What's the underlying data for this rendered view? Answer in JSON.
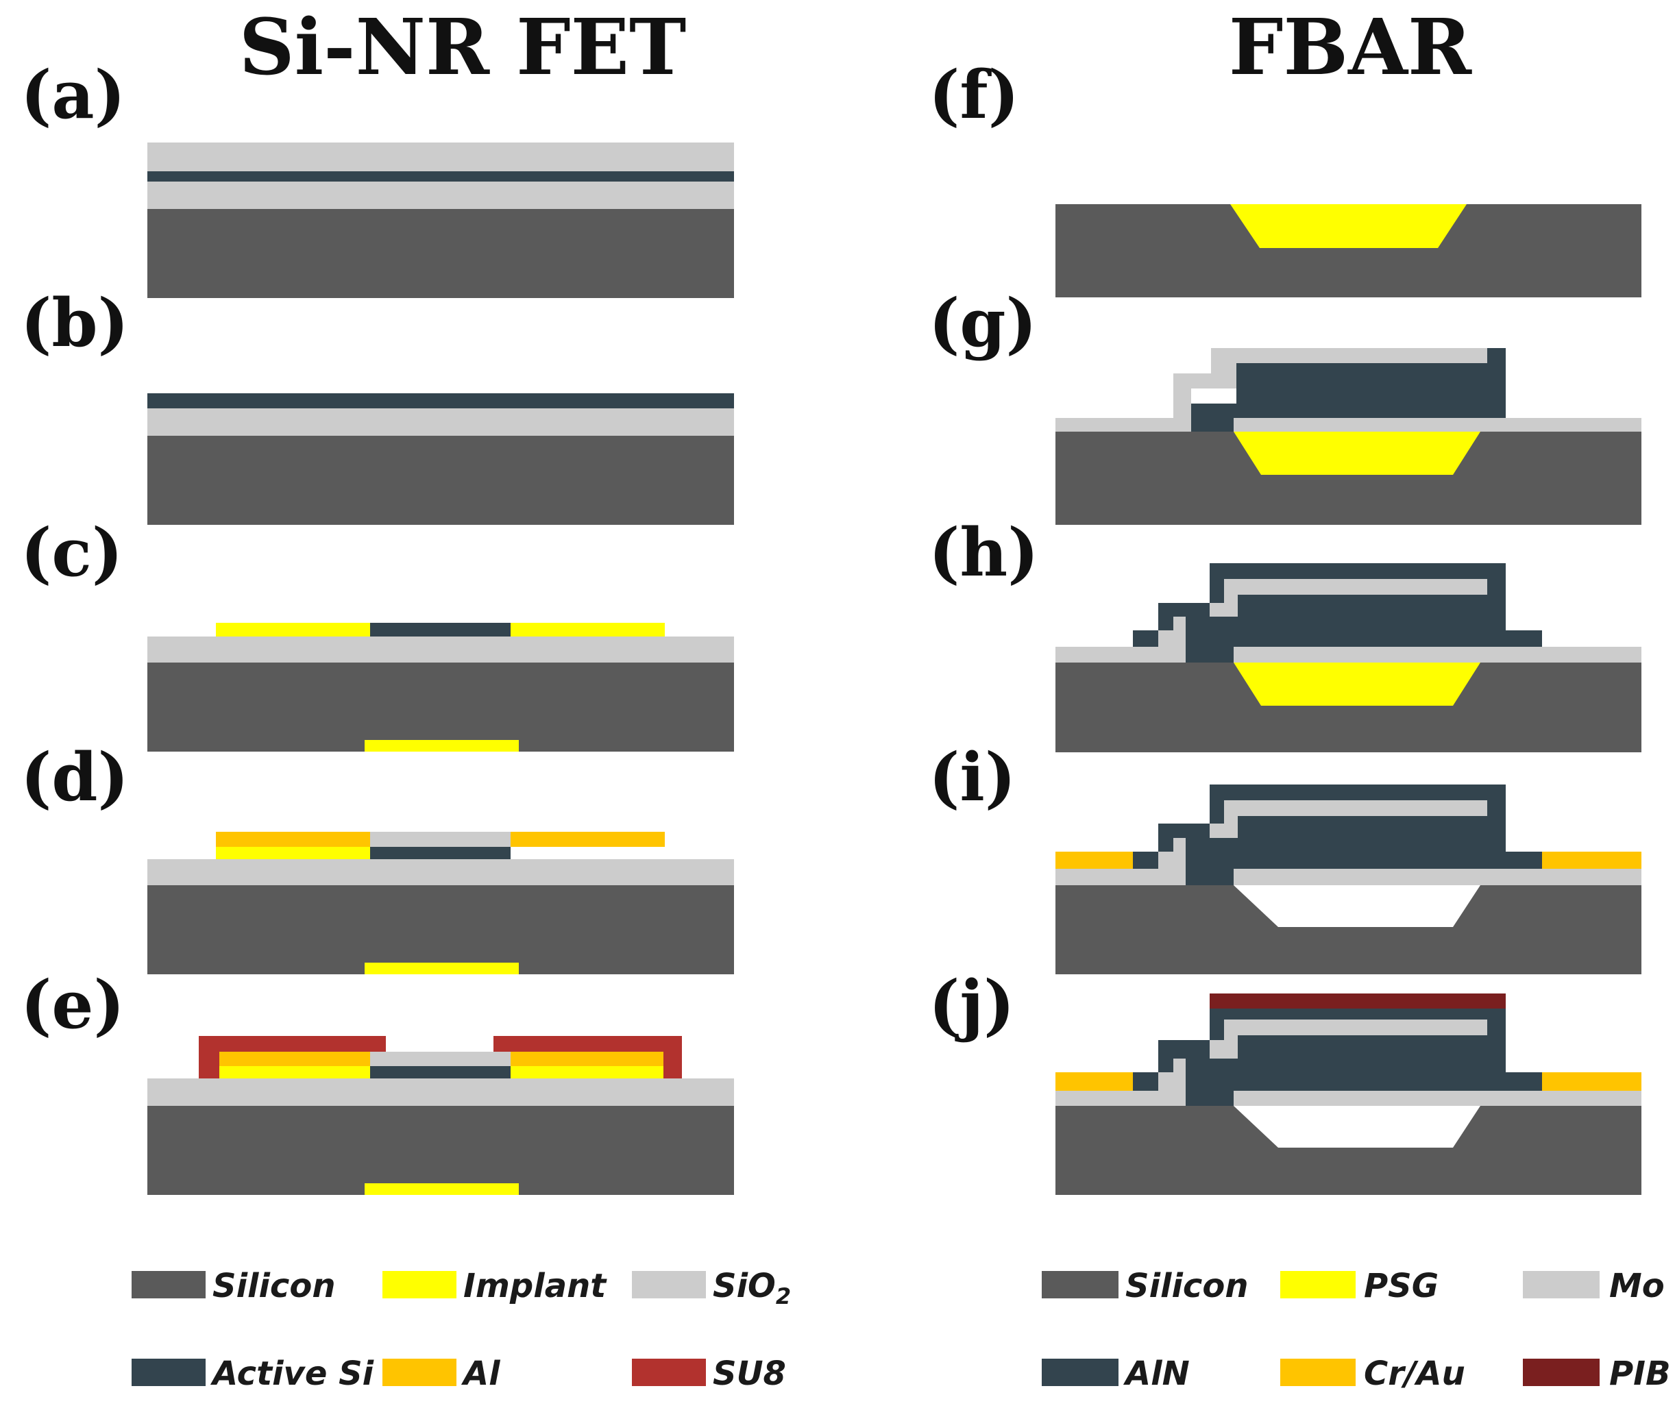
{
  "colors": {
    "silicon": "#5a5a5a",
    "implant": "#ffff00",
    "sio2": "#cccccc",
    "active_si": "#33444e",
    "al": "#ffc400",
    "su8": "#b2322e",
    "psg": "#ffff00",
    "mo": "#cccccc",
    "aln": "#33444e",
    "crau": "#ffc400",
    "pib": "#7a1f1f",
    "cavity": "#ffffff"
  },
  "titles": {
    "left": "Si-NR FET",
    "right": "FBAR"
  },
  "panel_labels": {
    "a": "(a)",
    "b": "(b)",
    "c": "(c)",
    "d": "(d)",
    "e": "(e)",
    "f": "(f)",
    "g": "(g)",
    "h": "(h)",
    "i": "(i)",
    "j": "(j)"
  },
  "legend_left": {
    "silicon": "Silicon",
    "implant": "Implant",
    "sio2_base": "SiO",
    "sio2_sub": "2",
    "active_si": "Active Si",
    "al": "Al",
    "su8": "SU8"
  },
  "legend_right": {
    "silicon": "Silicon",
    "psg": "PSG",
    "mo": "Mo",
    "aln": "AlN",
    "crau": "Cr/Au",
    "pib": "PIB"
  }
}
